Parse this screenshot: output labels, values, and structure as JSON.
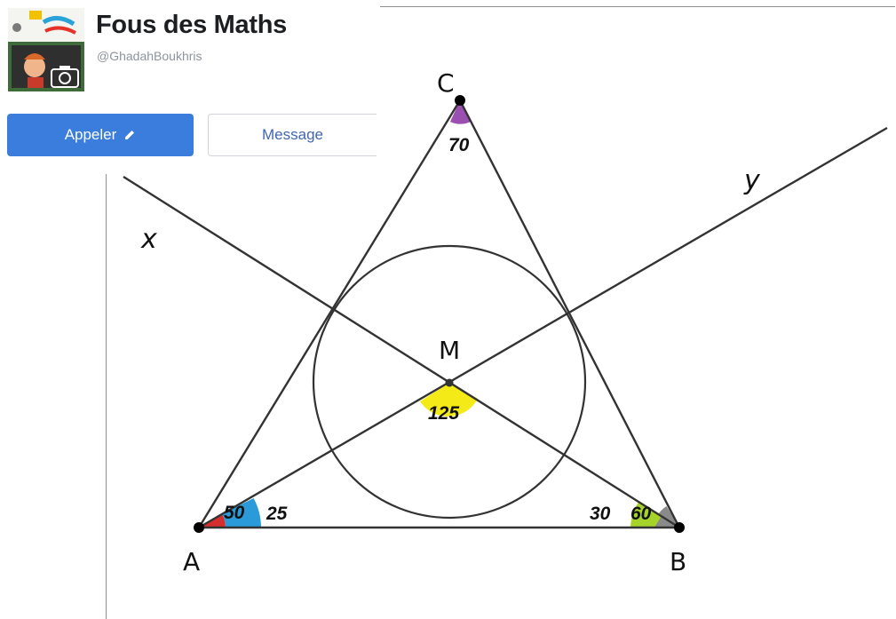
{
  "profile": {
    "page_name": "Fous des Maths",
    "handle": "@GhadahBoukhris",
    "call_button": "Appeler",
    "message_button": "Message"
  },
  "diagram": {
    "points": {
      "A": "A",
      "B": "B",
      "C": "C",
      "M": "M"
    },
    "lines": {
      "x": "x",
      "y": "y"
    },
    "angles": {
      "A_full": "50",
      "A_half": "25",
      "B_half": "30",
      "B_full": "60",
      "C": "70",
      "M": "125"
    },
    "colors": {
      "angle_A_red": "#d62e2e",
      "angle_A_blue": "#2a9bd8",
      "angle_B_green": "#a6d32a",
      "angle_B_gray": "#8a8a8a",
      "angle_C_purple": "#9b4fb0",
      "angle_M_yellow": "#f3ea17",
      "line": "#333333"
    }
  }
}
